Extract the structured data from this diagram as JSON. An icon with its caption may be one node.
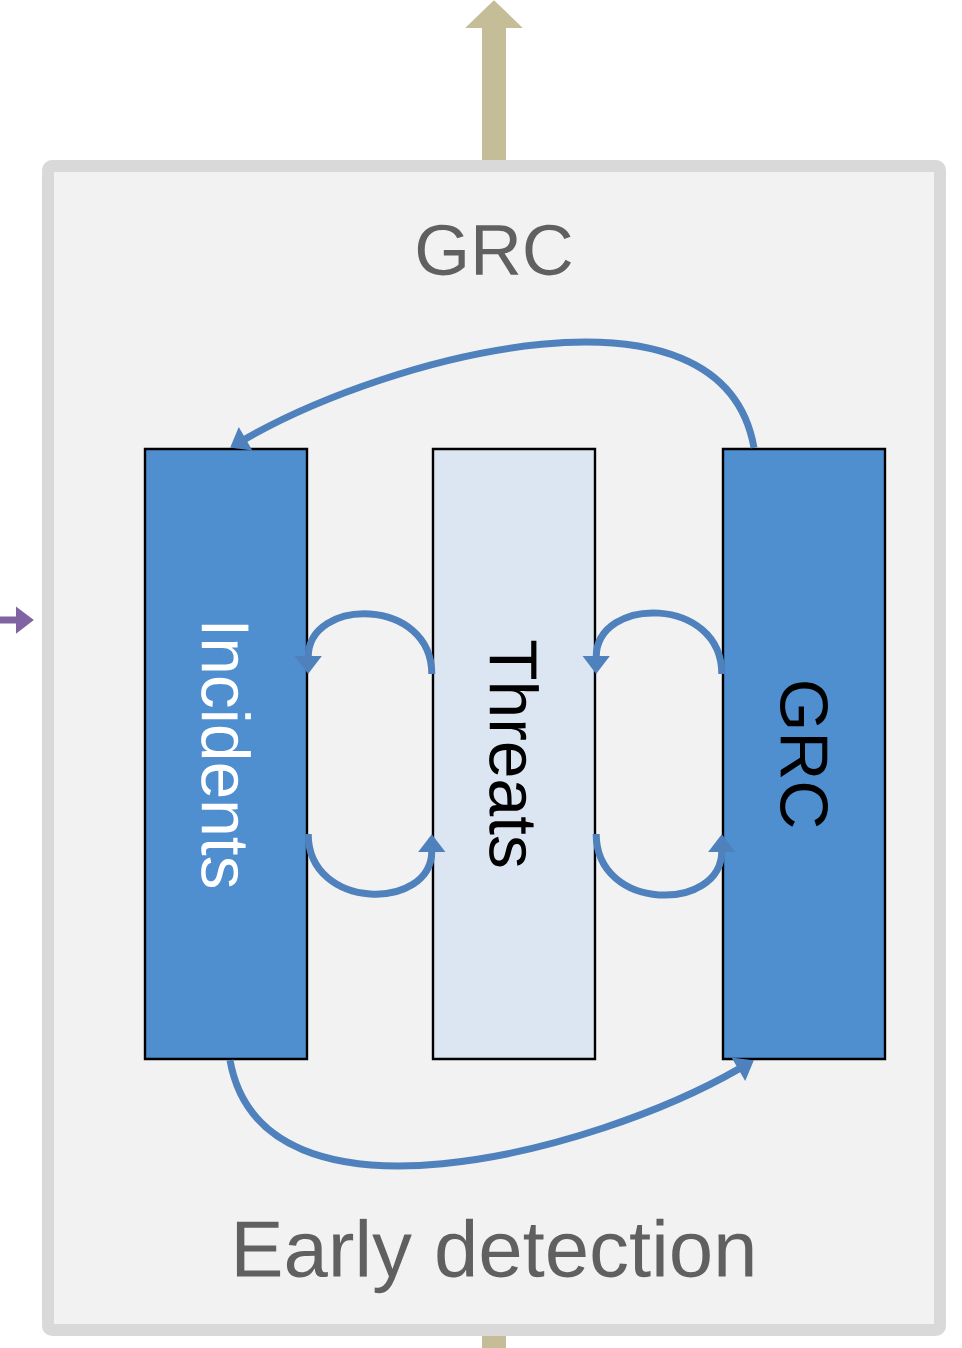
{
  "diagram": {
    "nodes": [
      {
        "text": [
          "GRC",
          "Early detection"
        ]
      },
      {
        "text": [
          "Incidents"
        ],
        "in": 0
      },
      {
        "text": [
          "Threats"
        ],
        "in": 0
      },
      {
        "text": [
          "GRC"
        ],
        "in": 0
      }
    ],
    "edges": [
      {
        "from": 3,
        "to": 1,
        "arrow": "to"
      },
      {
        "from": 1,
        "to": 3,
        "arrow": "to"
      },
      {
        "from": 2,
        "to": 1,
        "arrow": "to"
      },
      {
        "from": 1,
        "to": 2,
        "arrow": "to"
      },
      {
        "from": 3,
        "to": 2,
        "arrow": "to"
      },
      {
        "from": 2,
        "to": 3,
        "arrow": "to"
      },
      {
        "from": 0,
        "to": null,
        "arrow": "to",
        "style": "thick",
        "color": "#c4bd97"
      },
      {
        "from": null,
        "to": 0,
        "arrow": "to",
        "color": "#8064a2"
      },
      {
        "from": null,
        "to": 0,
        "arrow": "none",
        "style": "thick",
        "color": "#c4bd97"
      }
    ]
  }
}
